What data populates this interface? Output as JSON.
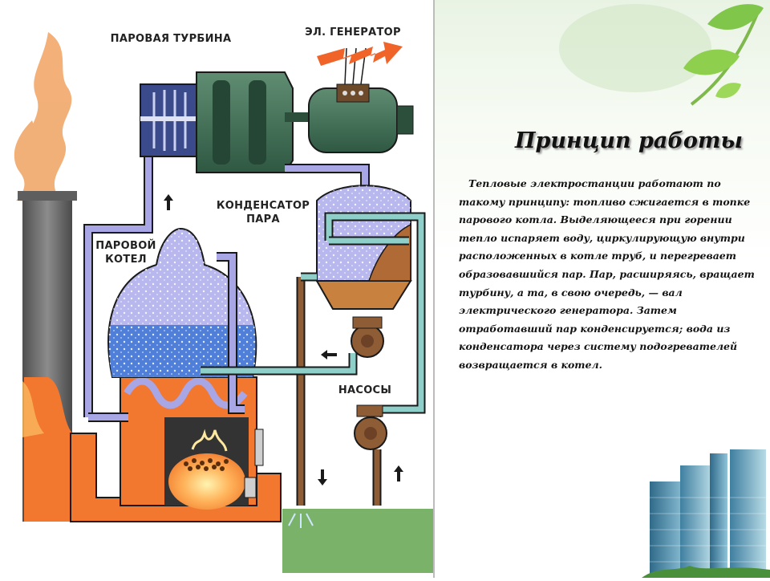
{
  "diagram": {
    "labels": {
      "turbine": "ПАРОВАЯ ТУРБИНА",
      "generator": "ЭЛ. ГЕНЕРАТОР",
      "condenser": "КОНДЕНСАТОР\nПАРА",
      "boiler": "ПАРОВОЙ\nКОТЕЛ",
      "pumps": "НАСОСЫ"
    }
  },
  "slide": {
    "title": "Принцип работы",
    "body": "Тепловые электростанции работают по такому принципу: топливо сжигается в топке парового котла. Выделяющееся при горении тепло испаряет воду, циркулирующую внутри расположенных в котле труб, и перегревает образовавшийся пар. Пар, расширяясь, вращает турбину, а та, в свою очередь, — вал электрического генератора. Затем отработавший пар конденсируется; вода из конденсатора через систему подогревателей возвращается в котел."
  },
  "colors": {
    "boiler_water": "#4f7fd8",
    "steam": "#b9b8ee",
    "pipe": "#a9a6e6",
    "furnace": "#f2772f",
    "machinery": "#3f6e55",
    "chimney": "#6f6f6f",
    "smoke": "#f2ac72",
    "arrow": "#f0642a",
    "water_pipe": "#8e5c35",
    "ground": "#7bb26a",
    "accent_green": "#8fcf4e"
  },
  "icons": [
    "leaf-icon",
    "building-icon",
    "flow-arrow-icon",
    "electric-arrow-icon"
  ]
}
